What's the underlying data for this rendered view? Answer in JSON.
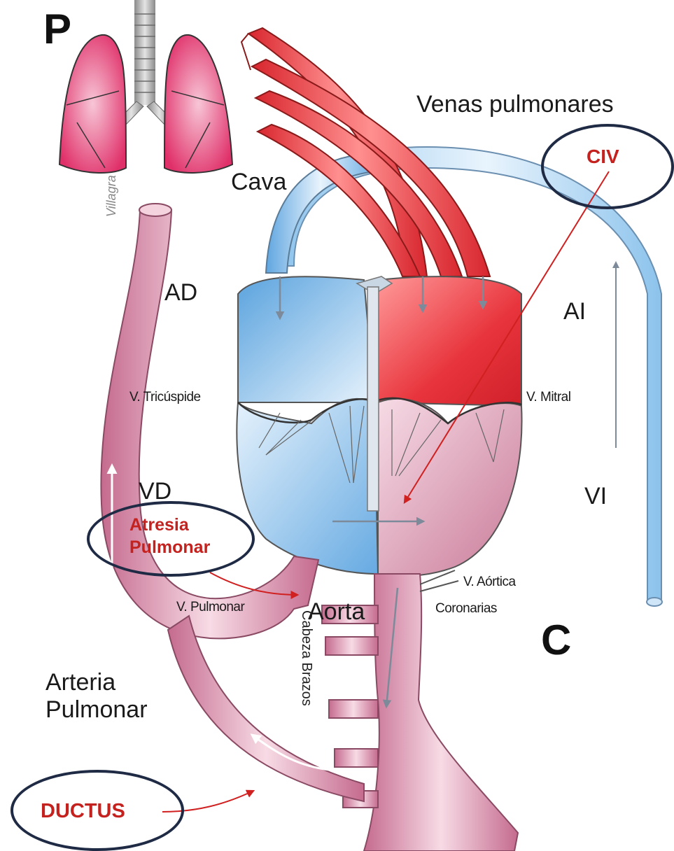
{
  "diagram": {
    "letters": {
      "top_left": "P",
      "bottom_right": "C"
    },
    "labels": {
      "venas_pulmonares": "Venas pulmonares",
      "cava": "Cava",
      "ad": "AD",
      "ai": "AI",
      "v_tricuspide": "V. Tricúspide",
      "v_mitral": "V. Mitral",
      "vd": "VD",
      "vi": "VI",
      "v_aortica": "V. Aórtica",
      "coronarias": "Coronarias",
      "v_pulmonar": "V. Pulmonar",
      "aorta": "Aorta",
      "arteria_pulmonar_line1": "Arteria",
      "arteria_pulmonar_line2": "Pulmonar",
      "cabeza_brazos": "Cabeza Brazos"
    },
    "annotations": {
      "civ": "CIV",
      "atresia_line1": "Atresia",
      "atresia_line2": "Pulmonar",
      "ductus": "DUCTUS"
    },
    "signature": "Villagra",
    "colors": {
      "oxygenated": "#e8343c",
      "deoxygenated": "#7fb8e6",
      "mixed": "#d98aa8",
      "lung": "#e0306a",
      "annotation_red": "#c4221f",
      "circle_outline": "#1f2a44"
    }
  }
}
